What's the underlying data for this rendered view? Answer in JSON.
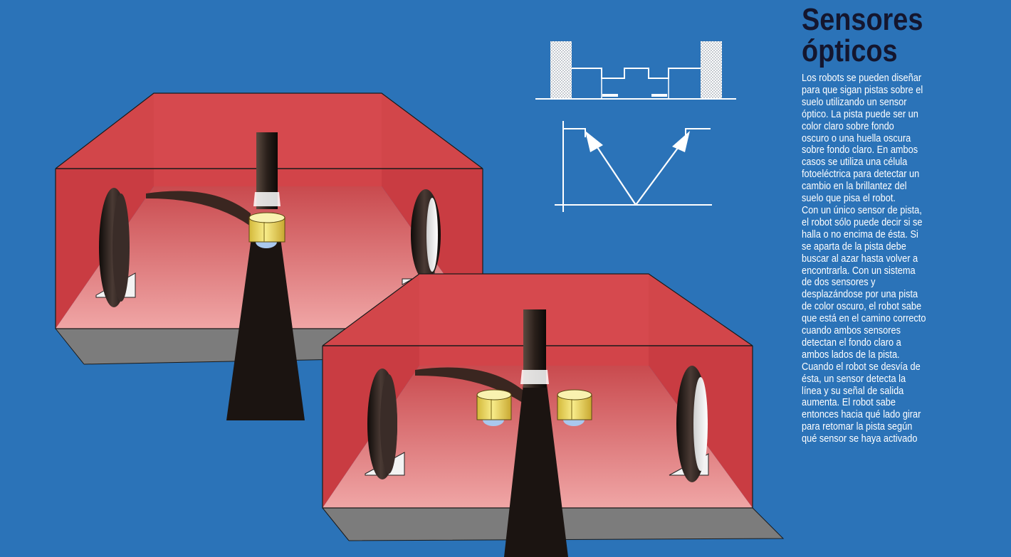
{
  "page": {
    "background_color": "#2b73b8",
    "title_color": "#14162e"
  },
  "article": {
    "title_line1": "Sensores",
    "title_line2": "ópticos",
    "body_lines": [
      "Los robots se pueden diseñar",
      "para que sigan pistas sobre el",
      "suelo utilizando un sensor",
      "óptico. La pista puede ser un",
      "color claro sobre fondo",
      "oscuro o una huella oscura",
      "sobre fondo claro. En ambos",
      "casos se utiliza una célula",
      "fotoeléctrica para detectar un",
      "cambio en la brillantez del",
      "suelo que pisa el robot.",
      "Con un único sensor de pista,",
      "el robot sólo puede decir si se",
      "halla o no encima de ésta. Si",
      "se aparta de la pista debe",
      "buscar al azar hasta volver a",
      "encontrarla. Con un sistema",
      "de dos sensores y",
      "desplazándose por una pista",
      "de color oscuro, el robot sabe",
      "que está en el camino correcto",
      "cuando ambos sensores",
      "detectan el fondo claro a",
      "ambos lados de la pista.",
      "Cuando el robot se desvía de",
      "ésta, un sensor detecta la",
      "línea y su señal de salida",
      "aumenta. El robot sabe",
      "entonces hacia qué lado girar",
      "para retomar la pista según",
      "qué sensor se haya activado"
    ]
  },
  "illustration": {
    "robot_single_sensor": {
      "label": "",
      "sensor_count": 1
    },
    "robot_dual_sensor": {
      "label": "",
      "sensor_count": 2
    },
    "diagram_sensor_signal": {
      "label": ""
    },
    "diagram_reflection": {
      "label": ""
    },
    "colors": {
      "box": "#d9454a",
      "floor": "#e8888a",
      "shadow": "#7d7d7d",
      "track": "#1a1410",
      "sensor": "#f2e06a",
      "wheel": "#2a2220"
    }
  }
}
